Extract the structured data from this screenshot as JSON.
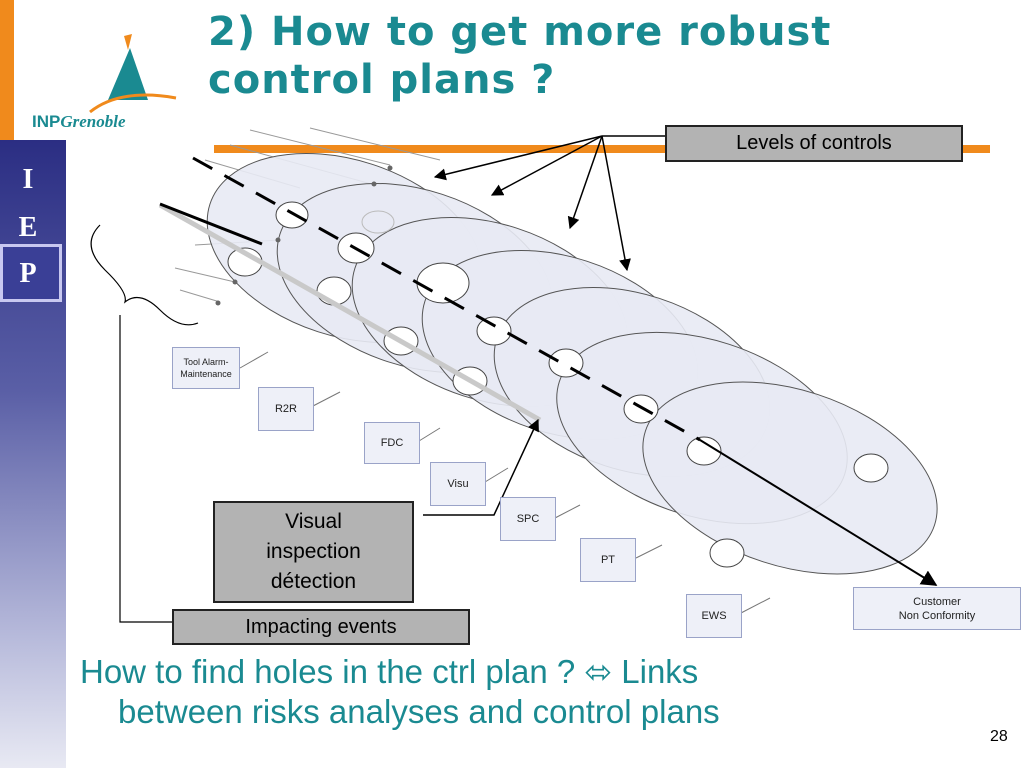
{
  "slide": {
    "title_line1": "2) How to get more robust",
    "title_line2": "control plans ?",
    "logo_inp": "INP",
    "logo_grenoble": "Grenoble",
    "sidebar_letters": [
      "I",
      "E",
      "P"
    ],
    "page_number": "28"
  },
  "diagram": {
    "levels_label": "Levels of controls",
    "impacting_label": "Impacting events",
    "visual_label": [
      "Visual",
      "inspection",
      "détection"
    ],
    "customer_label": [
      "Customer",
      "Non Conformity"
    ],
    "controls": [
      {
        "label_lines": [
          "Tool Alarm-",
          "Maintenance"
        ]
      },
      {
        "label_lines": [
          "R2R"
        ]
      },
      {
        "label_lines": [
          "FDC"
        ]
      },
      {
        "label_lines": [
          "Visu"
        ]
      },
      {
        "label_lines": [
          "SPC"
        ]
      },
      {
        "label_lines": [
          "PT"
        ]
      },
      {
        "label_lines": [
          "EWS"
        ]
      }
    ]
  },
  "question": {
    "line1": "How to find holes in the ctrl plan ? ⬄ Links",
    "line2": "between risks analyses and control plans"
  },
  "colors": {
    "title": "#1a8a91",
    "orange": "#f08a1c",
    "sidebar": "#2b2e83"
  }
}
